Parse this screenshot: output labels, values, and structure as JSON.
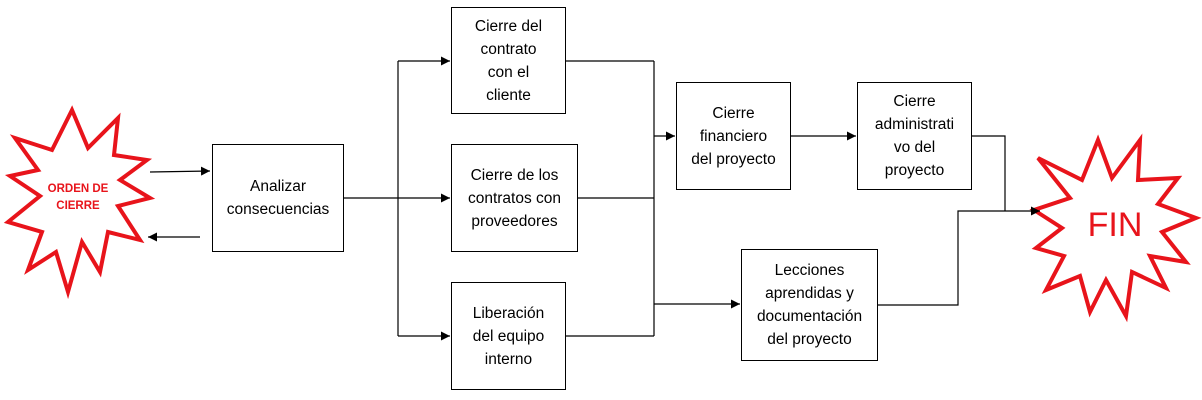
{
  "colors": {
    "burst_stroke": "#e8141b",
    "burst_text": "#e8141b",
    "box_border": "#000000",
    "arrow": "#000000"
  },
  "start": {
    "label": "ORDEN DE\nCIERRE",
    "shape": "starburst"
  },
  "end": {
    "label": "FIN",
    "shape": "starburst"
  },
  "nodes": {
    "analizar": "Analizar\nconsecuencias",
    "cierre_contrato_cliente": "Cierre del\ncontrato\ncon el\ncliente",
    "cierre_contratos_proveedores": "Cierre de los\ncontratos con\nproveedores",
    "liberacion_equipo": "Liberación\ndel equipo\ninterno",
    "cierre_financiero": "Cierre\nfinanciero\ndel proyecto",
    "cierre_administrativo": "Cierre\nadministrati\nvo del\nproyecto",
    "lecciones": "Lecciones\naprendidas y\ndocumentación\ndel proyecto"
  },
  "edges": [
    {
      "from": "start",
      "to": "analizar"
    },
    {
      "from": "analizar",
      "to": "start"
    },
    {
      "from": "analizar",
      "to": "cierre_contrato_cliente"
    },
    {
      "from": "analizar",
      "to": "cierre_contratos_proveedores"
    },
    {
      "from": "analizar",
      "to": "liberacion_equipo"
    },
    {
      "from": "cierre_contrato_cliente",
      "to": "cierre_financiero"
    },
    {
      "from": "cierre_contratos_proveedores",
      "to": "cierre_financiero"
    },
    {
      "from": "cierre_contrato_cliente",
      "to": "lecciones"
    },
    {
      "from": "liberacion_equipo",
      "to": "lecciones"
    },
    {
      "from": "cierre_financiero",
      "to": "cierre_administrativo"
    },
    {
      "from": "cierre_administrativo",
      "to": "end"
    },
    {
      "from": "lecciones",
      "to": "end"
    }
  ]
}
